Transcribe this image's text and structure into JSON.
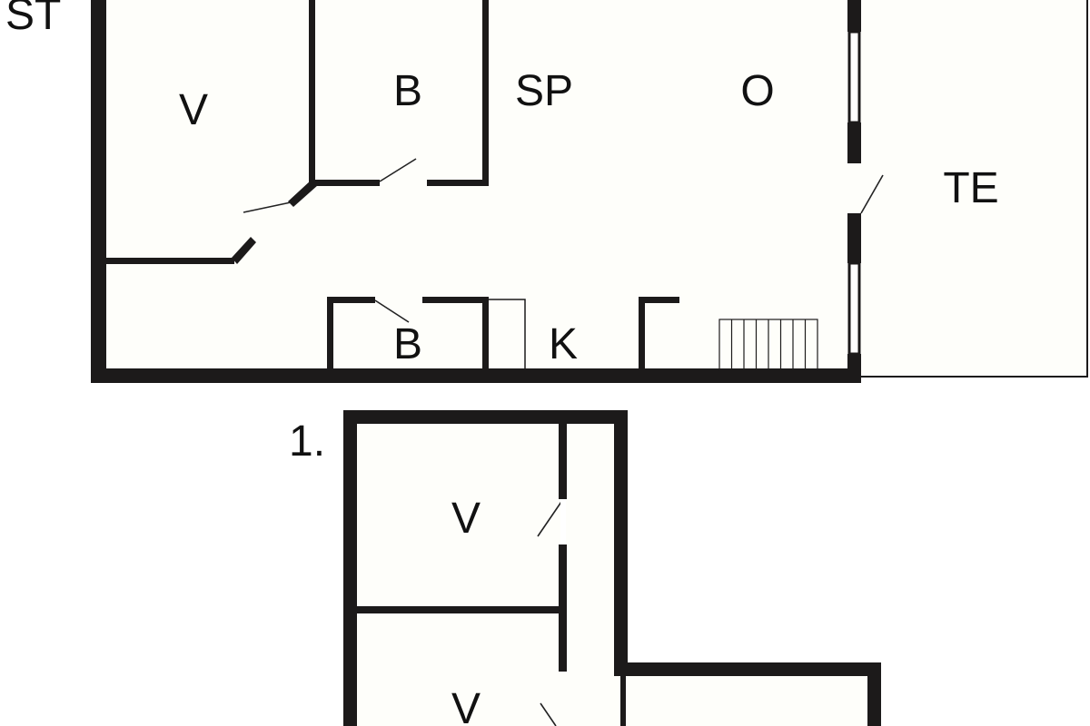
{
  "colors": {
    "wall": "#1c1a1a",
    "floor": "#fefefa",
    "background": "#ffffff"
  },
  "labels": {
    "st": "ST",
    "v_upper": "V",
    "b_upper": "B",
    "sp": "SP",
    "o": "O",
    "te": "TE",
    "b_lower": "B",
    "k": "K",
    "floor_1": "1.",
    "v_first_a": "V",
    "v_first_b": "V"
  }
}
